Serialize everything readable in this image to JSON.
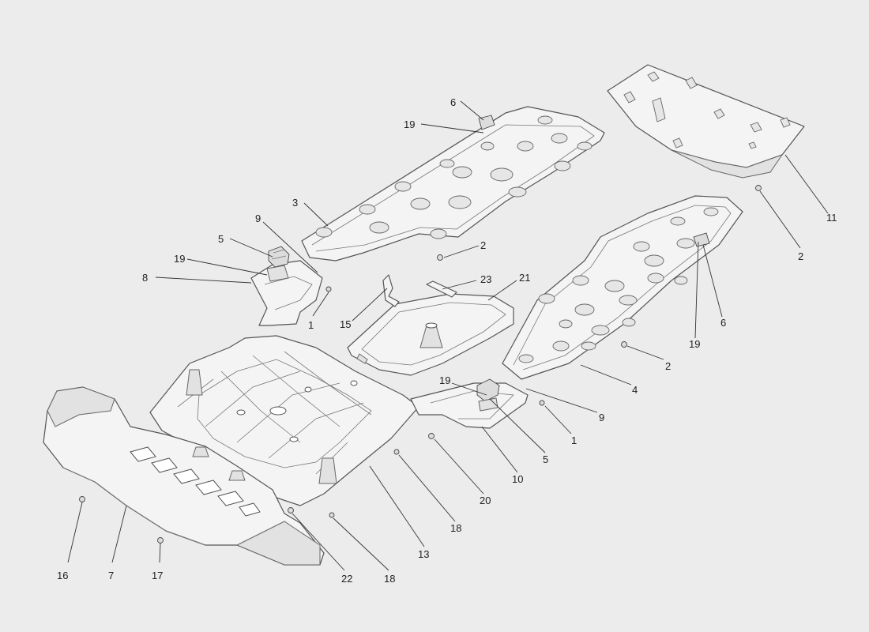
{
  "callouts": [
    {
      "id": "c6a",
      "text": "6"
    },
    {
      "id": "c19a",
      "text": "19"
    },
    {
      "id": "c3",
      "text": "3"
    },
    {
      "id": "c9a",
      "text": "9"
    },
    {
      "id": "c5a",
      "text": "5"
    },
    {
      "id": "c19b",
      "text": "19"
    },
    {
      "id": "c8",
      "text": "8"
    },
    {
      "id": "c1a",
      "text": "1"
    },
    {
      "id": "c2a",
      "text": "2"
    },
    {
      "id": "c23",
      "text": "23"
    },
    {
      "id": "c21",
      "text": "21"
    },
    {
      "id": "c15",
      "text": "15"
    },
    {
      "id": "c11",
      "text": "11"
    },
    {
      "id": "c2b",
      "text": "2"
    },
    {
      "id": "c6b",
      "text": "6"
    },
    {
      "id": "c19c",
      "text": "19"
    },
    {
      "id": "c2c",
      "text": "2"
    },
    {
      "id": "c4",
      "text": "4"
    },
    {
      "id": "c19d",
      "text": "19"
    },
    {
      "id": "c9b",
      "text": "9"
    },
    {
      "id": "c1b",
      "text": "1"
    },
    {
      "id": "c5b",
      "text": "5"
    },
    {
      "id": "c10",
      "text": "10"
    },
    {
      "id": "c20",
      "text": "20"
    },
    {
      "id": "c18a",
      "text": "18"
    },
    {
      "id": "c13",
      "text": "13"
    },
    {
      "id": "c18b",
      "text": "18"
    },
    {
      "id": "c22",
      "text": "22"
    },
    {
      "id": "c16",
      "text": "16"
    },
    {
      "id": "c7",
      "text": "7"
    },
    {
      "id": "c17",
      "text": "17"
    }
  ]
}
